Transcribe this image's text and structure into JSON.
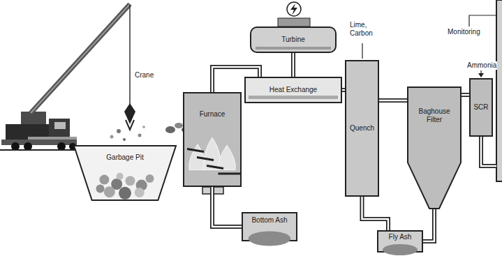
{
  "diagram": {
    "nodes": [
      {
        "text": [
          "Garbage Pit"
        ]
      },
      {
        "text": [
          "Furnace"
        ]
      },
      {
        "text": [
          "Bottom Ash"
        ]
      },
      {
        "text": [
          "Turbine"
        ]
      },
      {
        "text": [
          "Heat Exchange"
        ]
      },
      {
        "text": [
          "Quench"
        ]
      },
      {
        "text": [
          "Baghouse Filter"
        ]
      },
      {
        "text": [
          "SCR"
        ]
      },
      {
        "text": [
          "Fly Ash"
        ]
      }
    ],
    "edges": [
      {
        "from": 1,
        "to": 4,
        "arrow": "none"
      },
      {
        "from": 4,
        "to": 3,
        "arrow": "none"
      },
      {
        "from": 4,
        "to": 5,
        "arrow": "none"
      },
      {
        "from": 5,
        "to": 6,
        "arrow": "none"
      },
      {
        "from": 6,
        "to": 7,
        "arrow": "none"
      },
      {
        "from": 1,
        "to": 2,
        "arrow": "none"
      },
      {
        "from": 5,
        "to": 8,
        "arrow": "none"
      },
      {
        "from": 6,
        "to": 8,
        "arrow": "none"
      }
    ],
    "labels": [
      "Crane",
      "Lime, Carbon",
      "Ammonia",
      "Monitoring"
    ]
  }
}
